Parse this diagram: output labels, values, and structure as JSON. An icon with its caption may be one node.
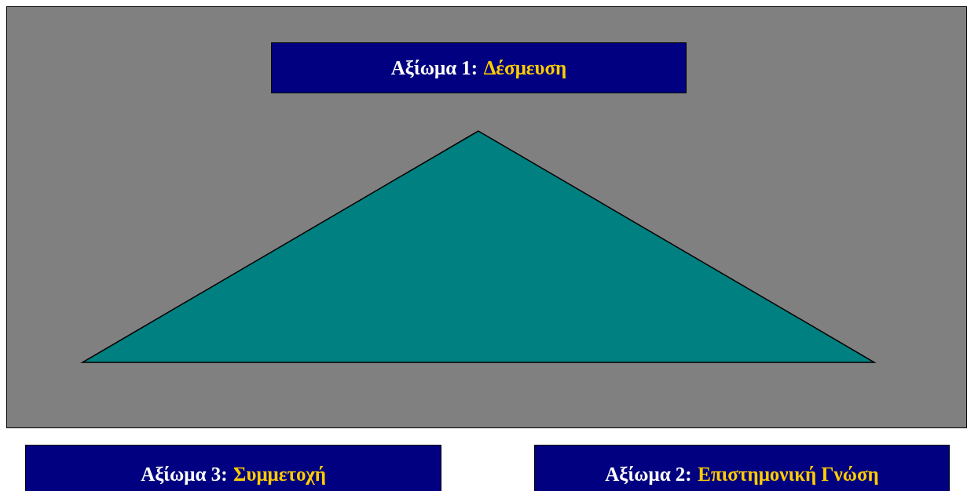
{
  "diagram": {
    "nodes": [
      {
        "text": [],
        "shape": "box"
      },
      {
        "text": [
          "Αξίωμα 1:",
          "Δέσμευση"
        ],
        "in": 0
      },
      {
        "text": [],
        "shape": "triangle",
        "in": 0
      },
      {
        "text": [
          "Αξίωμα 3:",
          "Συμμετοχή"
        ]
      },
      {
        "text": [
          "Αξίωμα 2:",
          "Επιστημονική Γνώση"
        ]
      }
    ]
  }
}
